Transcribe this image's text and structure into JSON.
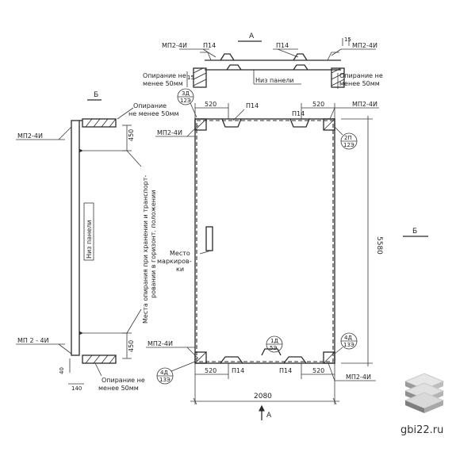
{
  "section_a_label": "А",
  "section_b_label": "Б",
  "arrow_a_label": "А",
  "left_section_b_label": "Б",
  "right_section_b_label": "Б",
  "loop_mark": "МП2-4И",
  "loop_mark_b": "МП 2 - 4И",
  "plate_mark": "П14",
  "support_note_top_left": [
    "Опирание не",
    "менее 50мм"
  ],
  "support_note_top_right": [
    "Опирание не",
    "менее 50мм"
  ],
  "support_note_mid": [
    "Опирание",
    "не менее 50мм"
  ],
  "support_note_bottom": [
    "Опирание не",
    "менее 50мм"
  ],
  "panel_bottom_label": "Низ панели",
  "panel_bottom_label_rot": "Низ панели",
  "storage_note": [
    "Места опирания при хранении и транспорт-",
    "ровании в горизонт. положении"
  ],
  "marking_place": [
    "Место",
    "маркиров-",
    "ки"
  ],
  "dims": {
    "d520_tl": "520",
    "d520_tr": "520",
    "d520_bl": "520",
    "d520_br": "520",
    "d2080": "2080",
    "d5580": "5580",
    "d450_top": "450",
    "d450_bot": "450",
    "d40": "40",
    "d140": "140",
    "d15_top": "15",
    "d15_left": "15"
  },
  "nodes": {
    "n1_top": "3Д",
    "n1_bot": "12Э",
    "n2_top": "2П",
    "n2_bot": "12Э",
    "n3_top": "4Д",
    "n3_bot": "13Э",
    "n4_top": "4Д",
    "n4_bot": "13Э",
    "n5_top": "1Д",
    "n5_bot": "5Э"
  },
  "watermark": "gbi22.ru"
}
